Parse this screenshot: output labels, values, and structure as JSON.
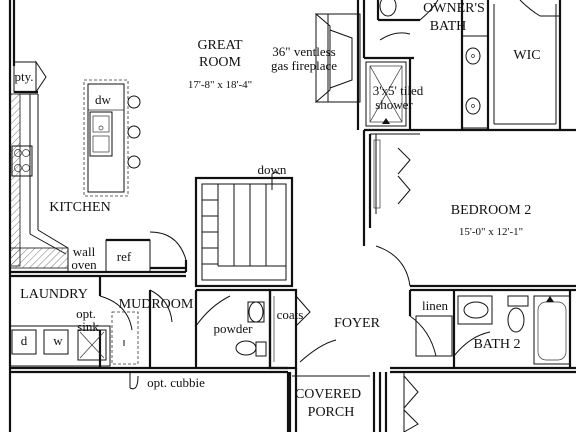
{
  "rooms": {
    "great_room": {
      "name_line1": "GREAT",
      "name_line2": "ROOM",
      "dims": "17'-8\" x 18'-4\""
    },
    "fireplace": {
      "line1": "36\" ventless",
      "line2": "gas fireplace"
    },
    "owners_bath": {
      "line1": "OWNER'S",
      "line2": "BATH"
    },
    "wic": "WIC",
    "shower": {
      "line1": "3'x5' tiled",
      "line2": "shower"
    },
    "pantry": "pty.",
    "dishwasher": "dw",
    "kitchen": "KITCHEN",
    "stairs_down": "down",
    "bedroom2": {
      "name": "BEDROOM 2",
      "dims": "15'-0\" x 12'-1\""
    },
    "wall_oven": {
      "line1": "wall",
      "line2": "oven"
    },
    "ref": "ref",
    "laundry": "LAUNDRY",
    "opt_sink": {
      "line1": "opt.",
      "line2": "sink"
    },
    "mudroom": "MUDROOM",
    "washer": "w",
    "dryer": "d",
    "coats": "coats",
    "foyer": "FOYER",
    "linen": "linen",
    "powder": "powder",
    "bath2": "BATH 2",
    "opt_cubbie": "opt. cubbie",
    "covered_porch": {
      "line1": "COVERED",
      "line2": "PORCH"
    }
  }
}
